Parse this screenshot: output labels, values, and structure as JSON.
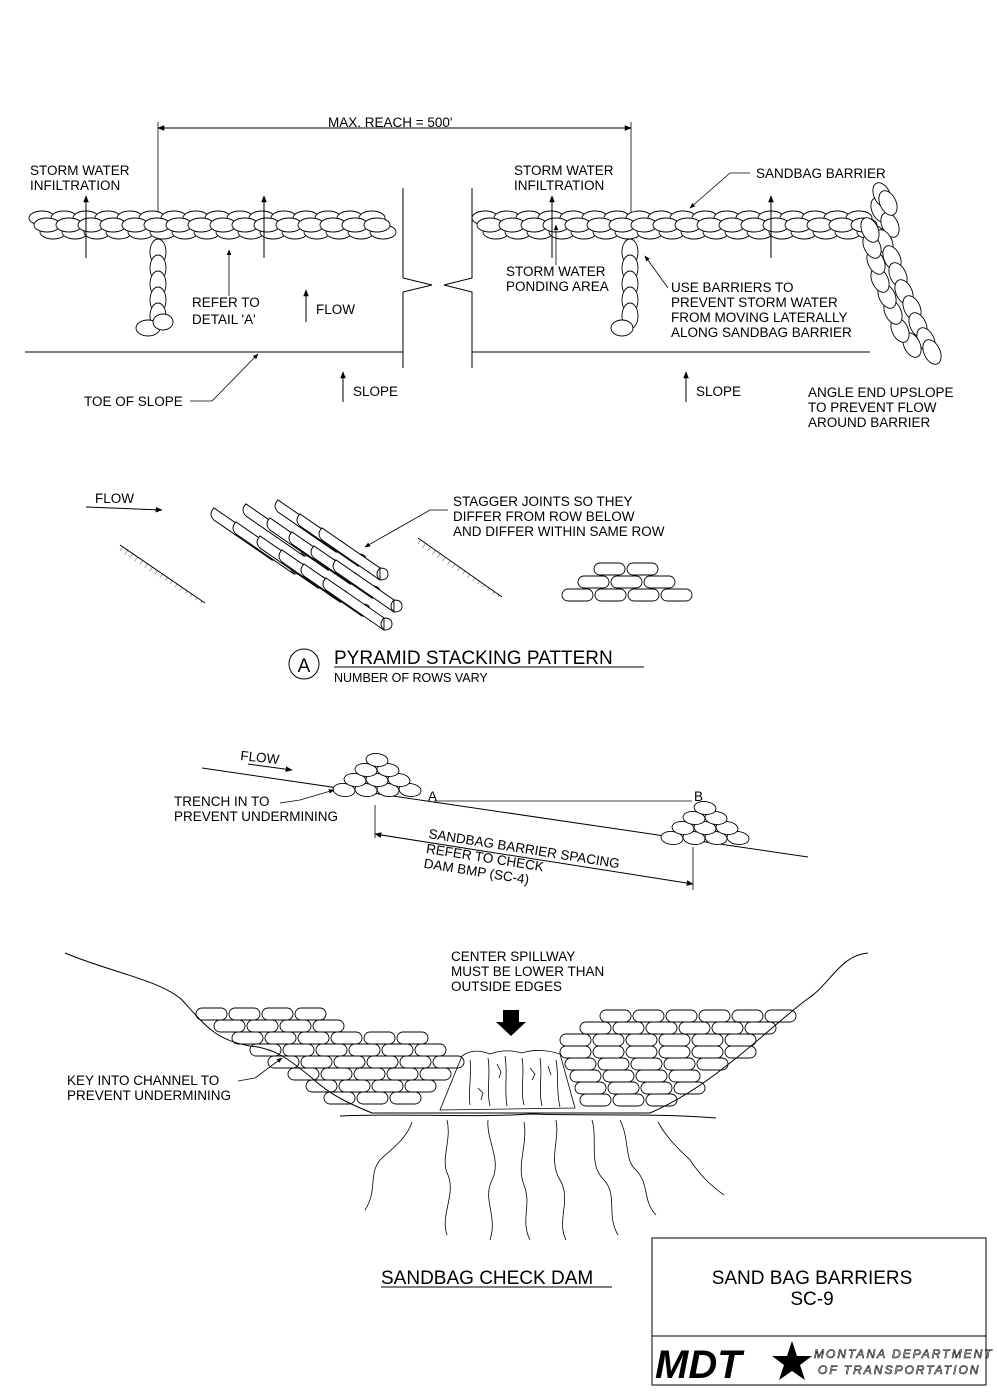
{
  "plan_view": {
    "max_reach": "MAX. REACH = 500'",
    "storm_water_infiltration": [
      "STORM WATER",
      "INFILTRATION"
    ],
    "storm_water_infiltration_2": [
      "STORM WATER",
      "INFILTRATION"
    ],
    "sandbag_barrier": "SANDBAG BARRIER",
    "refer_to_detail": [
      "REFER TO",
      "DETAIL 'A'"
    ],
    "flow": "FLOW",
    "storm_water_ponding": [
      "STORM WATER",
      "PONDING AREA"
    ],
    "use_barriers": [
      "USE BARRIERS TO",
      "PREVENT STORM WATER",
      "FROM MOVING LATERALLY",
      "ALONG SANDBAG BARRIER"
    ],
    "toe_of_slope": "TOE OF SLOPE",
    "slope_1": "SLOPE",
    "slope_2": "SLOPE",
    "angle_end": [
      "ANGLE END UPSLOPE",
      "TO PREVENT FLOW",
      "AROUND BARRIER"
    ]
  },
  "detail_a": {
    "flow": "FLOW",
    "stagger_joints": [
      "STAGGER JOINTS SO THEY",
      "DIFFER FROM ROW BELOW",
      "AND DIFFER WITHIN SAME ROW"
    ],
    "marker": "A",
    "title": "PYRAMID STACKING PATTERN",
    "subtitle": "NUMBER OF ROWS VARY"
  },
  "profile": {
    "flow": "FLOW",
    "trench": [
      "TRENCH IN TO",
      "PREVENT UNDERMINING"
    ],
    "point_a": "A",
    "point_b": "B",
    "spacing": [
      "SANDBAG BARRIER SPACING",
      "REFER TO CHECK",
      "DAM BMP (SC-4)"
    ]
  },
  "check_dam": {
    "center_spillway": [
      "CENTER SPILLWAY",
      "MUST BE LOWER THAN",
      "OUTSIDE EDGES"
    ],
    "key_into": [
      "KEY INTO CHANNEL TO",
      "PREVENT UNDERMINING"
    ],
    "title": "SANDBAG CHECK DAM"
  },
  "title_block": {
    "title": "SAND BAG BARRIERS",
    "code": "SC-9",
    "logo": "MDT",
    "dept_line1": "MONTANA DEPARTMENT",
    "dept_line2": "OF TRANSPORTATION"
  }
}
